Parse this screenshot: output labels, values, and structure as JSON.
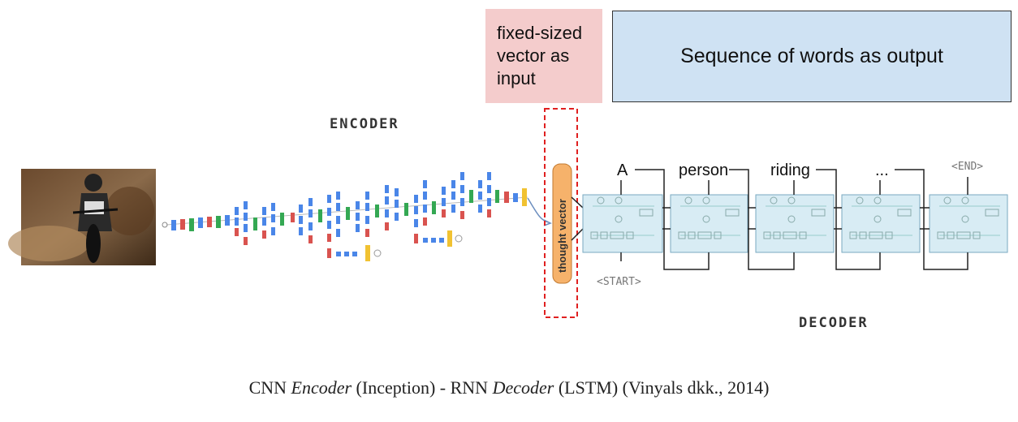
{
  "input_box": {
    "lines": [
      "fixed-sized",
      "vector as",
      "input"
    ]
  },
  "output_box": {
    "text": "Sequence of words as output"
  },
  "encoder_label": "ENCODER",
  "decoder_label": "DECODER",
  "thought_vector_label": "thought vector",
  "decoder_words": [
    "A",
    "person",
    "riding",
    "..."
  ],
  "start_token": "<START>",
  "end_token": "<END>",
  "caption": {
    "part1": "CNN ",
    "encoder_word": "Encoder",
    "part2": " (Inception) - RNN ",
    "decoder_word": "Decoder",
    "part3": " (LSTM) (Vinyals dkk., 2014)"
  },
  "colors": {
    "input_box": "#f4cccc",
    "output_box": "#cfe2f3",
    "thought_vector": "#f6b26b",
    "dashed_border": "#e02020",
    "lstm_cell": "#d8ecf4",
    "block_blue": "#4a86e8",
    "block_red": "#d9534f",
    "block_green": "#34a853",
    "block_yellow": "#f1c232"
  }
}
